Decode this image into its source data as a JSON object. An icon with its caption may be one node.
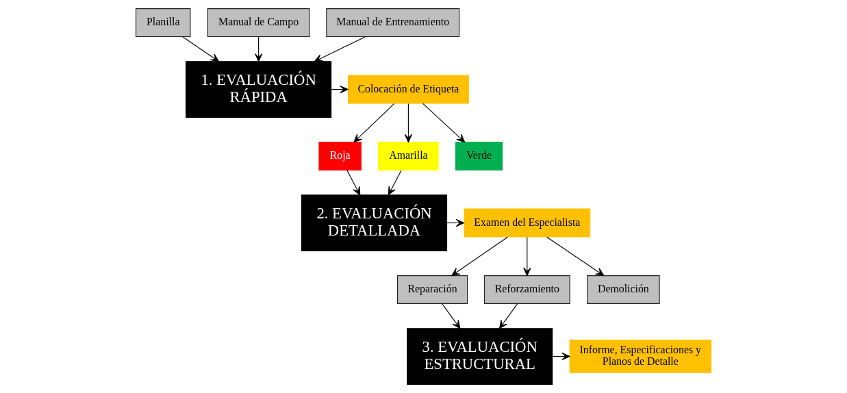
{
  "diagram": {
    "nodes": [
      {
        "text": [
          "Planilla"
        ]
      },
      {
        "text": [
          "Manual de Campo"
        ]
      },
      {
        "text": [
          "Manual de Entrenamiento"
        ]
      },
      {
        "text": [
          "1. EVALUACIÓN RÁPIDA"
        ]
      },
      {
        "text": [
          "Colocación de Etiqueta"
        ]
      },
      {
        "text": [
          "Roja"
        ]
      },
      {
        "text": [
          "Amarilla"
        ]
      },
      {
        "text": [
          "Verde"
        ]
      },
      {
        "text": [
          "2. EVALUACIÓN DETALLADA"
        ]
      },
      {
        "text": [
          "Examen del Especialista"
        ]
      },
      {
        "text": [
          "Reparación"
        ]
      },
      {
        "text": [
          "Reforzamiento"
        ]
      },
      {
        "text": [
          "Demolición"
        ]
      },
      {
        "text": [
          "3. EVALUACIÓN ESTRUCTURAL"
        ]
      },
      {
        "text": [
          "Informe, Especificaciones y Planos de Detalle"
        ]
      }
    ],
    "edges": [
      {
        "from": 0,
        "to": 3,
        "arrow": "to"
      },
      {
        "from": 1,
        "to": 3,
        "arrow": "to"
      },
      {
        "from": 2,
        "to": 3,
        "arrow": "to"
      },
      {
        "from": 3,
        "to": 4,
        "arrow": "to"
      },
      {
        "from": 4,
        "to": 5,
        "arrow": "to"
      },
      {
        "from": 4,
        "to": 6,
        "arrow": "to"
      },
      {
        "from": 4,
        "to": 7,
        "arrow": "to"
      },
      {
        "from": 5,
        "to": 8,
        "arrow": "to"
      },
      {
        "from": 6,
        "to": 8,
        "arrow": "to"
      },
      {
        "from": 8,
        "to": 9,
        "arrow": "to"
      },
      {
        "from": 9,
        "to": 10,
        "arrow": "to"
      },
      {
        "from": 9,
        "to": 11,
        "arrow": "to"
      },
      {
        "from": 9,
        "to": 12,
        "arrow": "to"
      },
      {
        "from": 10,
        "to": 13,
        "arrow": "to"
      },
      {
        "from": 11,
        "to": 13,
        "arrow": "to"
      },
      {
        "from": 13,
        "to": 14,
        "arrow": "to"
      }
    ]
  }
}
